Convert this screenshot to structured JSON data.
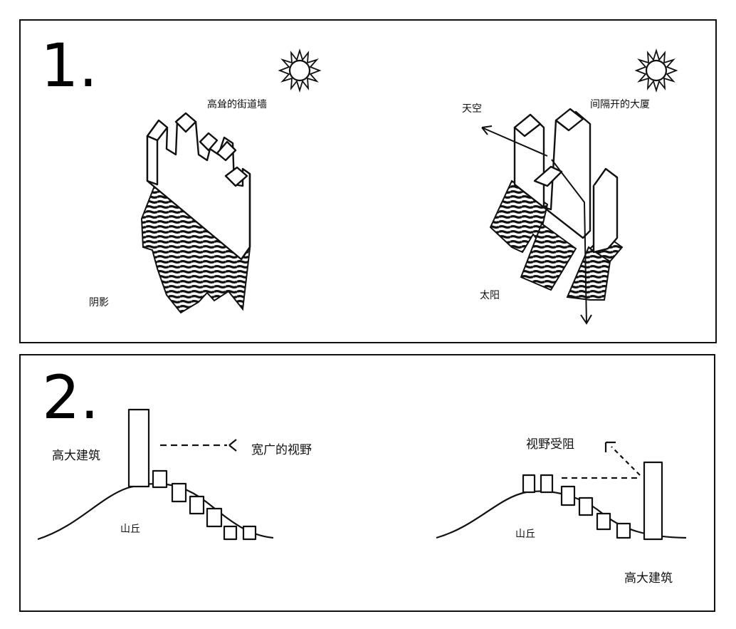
{
  "panel1": {
    "number": "1.",
    "labels": {
      "tall_street_wall": "高耸的街道墙",
      "shadow": "阴影",
      "sky": "天空",
      "spaced_buildings": "间隔开的大厦",
      "sun": "太阳"
    }
  },
  "panel2": {
    "number": "2.",
    "labels": {
      "tall_building_left": "高大建筑",
      "wide_view": "宽广的视野",
      "hill_left": "山丘",
      "view_blocked": "视野受阻",
      "hill_right": "山丘",
      "tall_building_right": "高大建筑"
    }
  },
  "colors": {
    "ink": "#111111",
    "background": "#ffffff"
  }
}
